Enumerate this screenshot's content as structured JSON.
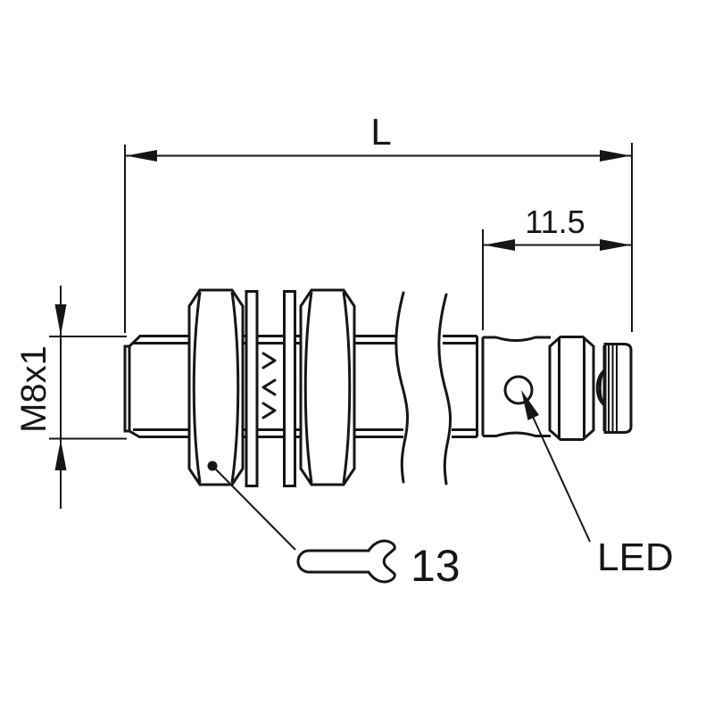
{
  "figure": {
    "type": "technical-dimension-drawing",
    "colors": {
      "background": "#ffffff",
      "line": "#161616"
    },
    "labels": {
      "overall_length": "L",
      "rear_section_length": "11.5",
      "thread": "M8x1",
      "wrench_size": "13",
      "led": "LED"
    }
  }
}
